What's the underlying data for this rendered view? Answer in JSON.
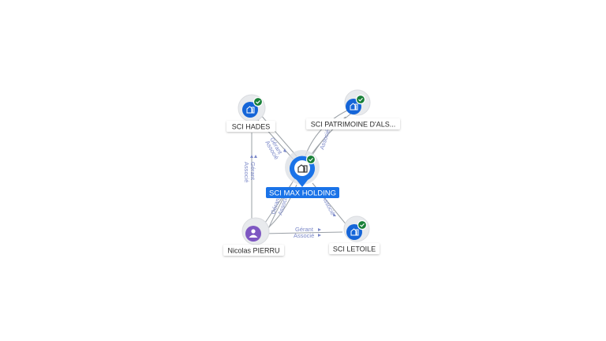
{
  "graph": {
    "center": {
      "label": "SCI MAX HOLDING",
      "icon": "building-icon",
      "verified": true,
      "accent": "#1a73e8"
    },
    "nodes": [
      {
        "id": "hades",
        "label": "SCI HADES",
        "icon": "building-icon",
        "verified": true
      },
      {
        "id": "patrimoine",
        "label": "SCI PATRIMOINE D'ALS...",
        "icon": "building-icon",
        "verified": true
      },
      {
        "id": "letoile",
        "label": "SCI LETOILE",
        "icon": "building-icon",
        "verified": true
      },
      {
        "id": "pierru",
        "label": "Nicolas PIERRU",
        "icon": "person-icon",
        "verified": false
      }
    ],
    "edge_labels": {
      "gerant": "Gérant",
      "associe": "Associé"
    },
    "colors": {
      "company_blue": "#1565d8",
      "verified_green": "#188038",
      "person_purple": "#7e57c2",
      "edge_gray": "#9aa0a6",
      "edge_label": "#7b88c8"
    }
  }
}
